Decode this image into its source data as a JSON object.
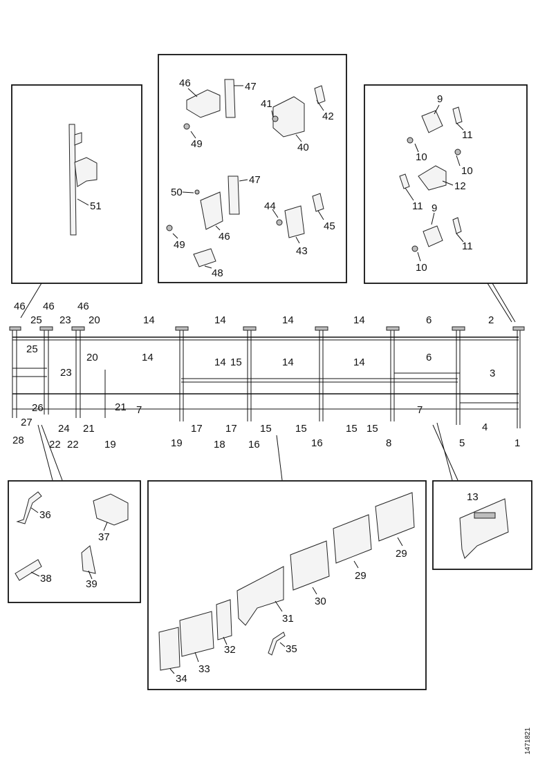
{
  "document_ref": "1471821",
  "boxes": {
    "box_51": [
      "51"
    ],
    "box_brackets": [
      "46",
      "47",
      "41",
      "42",
      "49",
      "40",
      "50",
      "47",
      "44",
      "45",
      "49",
      "46",
      "43",
      "48"
    ],
    "box_right": [
      "9",
      "11",
      "10",
      "10",
      "12",
      "11",
      "9",
      "11",
      "10"
    ],
    "box_bottom_left": [
      "36",
      "37",
      "38",
      "39"
    ],
    "box_panels": [
      "29",
      "29",
      "30",
      "31",
      "32",
      "33",
      "34",
      "35"
    ],
    "box_13": [
      "13"
    ]
  },
  "frame_labels": {
    "top": [
      "46",
      "25",
      "46",
      "23",
      "46",
      "20",
      "14",
      "14",
      "14",
      "14",
      "6",
      "2"
    ],
    "middle": [
      "25",
      "20",
      "14",
      "14",
      "15",
      "14",
      "14",
      "6",
      "3",
      "23",
      "21",
      "7",
      "7",
      "26"
    ],
    "lower": [
      "24",
      "21",
      "17",
      "17",
      "15",
      "15",
      "15",
      "15",
      "4",
      "27"
    ],
    "bottom": [
      "28",
      "22",
      "22",
      "19",
      "19",
      "18",
      "16",
      "16",
      "8",
      "5",
      "1"
    ]
  }
}
